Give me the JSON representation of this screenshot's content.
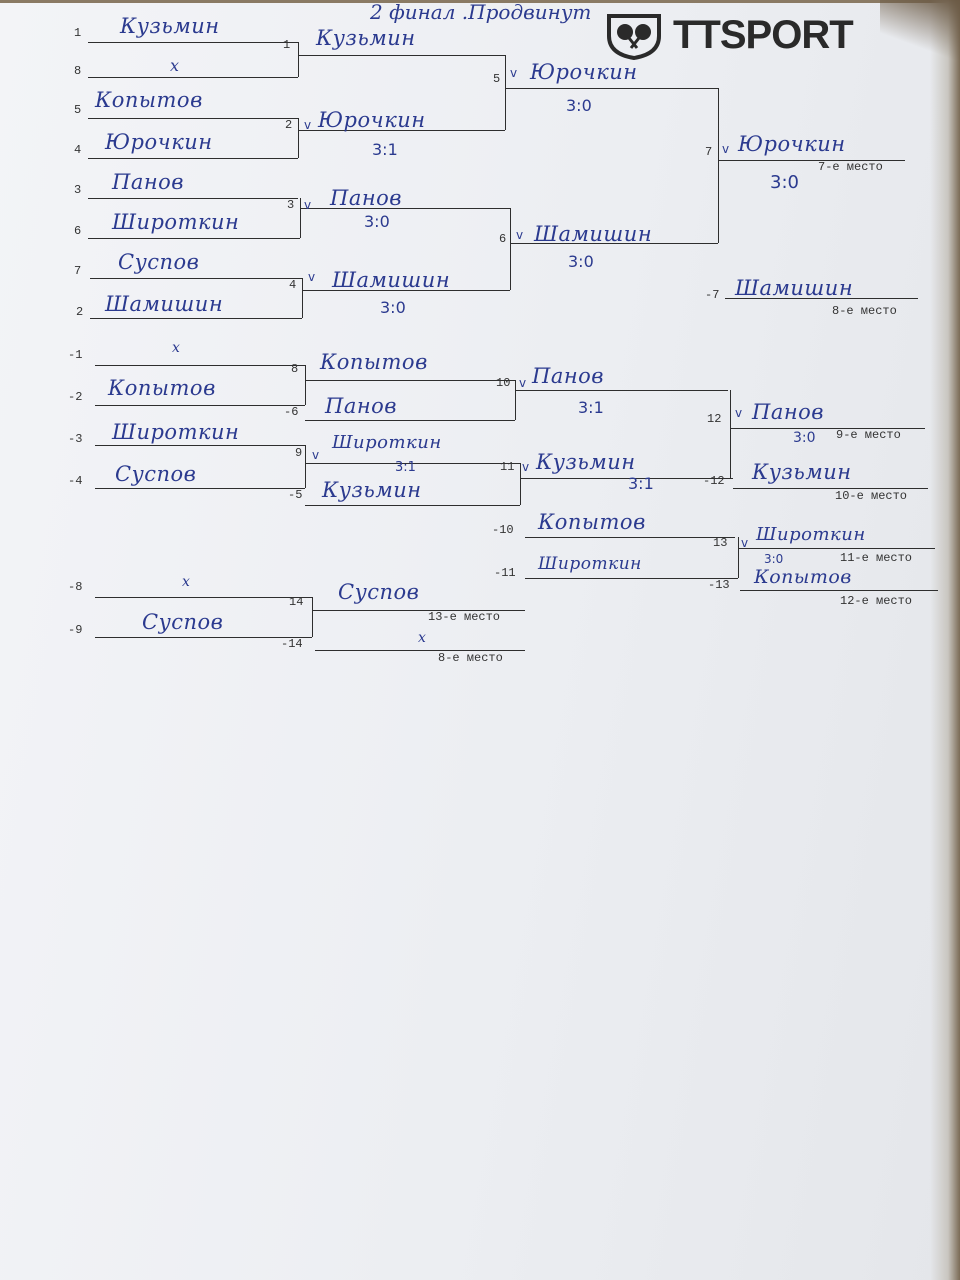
{
  "header": {
    "title": "2 финал .Продвинут",
    "brand": "TTSPORT"
  },
  "main_bracket": {
    "entries": [
      {
        "seed": "1",
        "name": "Кузьмин"
      },
      {
        "seed": "8",
        "name": "x"
      },
      {
        "seed": "5",
        "name": "Копытов"
      },
      {
        "seed": "4",
        "name": "Юрочкин"
      },
      {
        "seed": "3",
        "name": "Панов"
      },
      {
        "seed": "6",
        "name": "Широткин"
      },
      {
        "seed": "7",
        "name": "Суспов"
      },
      {
        "seed": "2",
        "name": "Шамишин"
      }
    ],
    "matches": [
      {
        "no": "1",
        "winner": "Кузьмин",
        "score": ""
      },
      {
        "no": "2",
        "winner": "Юрочкин",
        "score": "3:1"
      },
      {
        "no": "3",
        "winner": "Панов",
        "score": "3:0"
      },
      {
        "no": "4",
        "winner": "Шамишин",
        "score": "3:0"
      },
      {
        "no": "5",
        "winner": "Юрочкин",
        "score": "3:0"
      },
      {
        "no": "6",
        "winner": "Шамишин",
        "score": "3:0"
      },
      {
        "no": "7",
        "winner": "Юрочкин",
        "score": "3:0",
        "place": "7-е место"
      }
    ],
    "loser7": {
      "label": "-7",
      "name": "Шамишин",
      "place": "8-е место"
    }
  },
  "consolation": {
    "entries": [
      {
        "label": "-1",
        "name": "x"
      },
      {
        "label": "-2",
        "name": "Копытов"
      },
      {
        "label": "-3",
        "name": "Широткин"
      },
      {
        "label": "-4",
        "name": "Суспов"
      }
    ],
    "m8": {
      "no": "8",
      "winner": "Копытов"
    },
    "l6": {
      "label": "-6",
      "name": "Панов"
    },
    "m9": {
      "no": "9",
      "winner": "Широткин",
      "score": "3:1"
    },
    "l5": {
      "label": "-5",
      "name": "Кузьмин"
    },
    "m10": {
      "no": "10",
      "winner": "Панов",
      "score": "3:1"
    },
    "m11": {
      "no": "11",
      "winner": "Кузьмин",
      "score": "3:1"
    },
    "m12": {
      "no": "12",
      "winner": "Панов",
      "score": "3:0",
      "place": "9-е место"
    },
    "l12": {
      "label": "-12",
      "name": "Кузьмин",
      "place": "10-е место"
    },
    "l10": {
      "label": "-10",
      "name": "Копытов"
    },
    "l11": {
      "label": "-11",
      "name": "Широткин"
    },
    "m13": {
      "no": "13",
      "winner": "Широткин",
      "score": "3:0",
      "place": "11-е место"
    },
    "l13": {
      "label": "-13",
      "name": "Копытов",
      "place": "12-е место"
    },
    "l8": {
      "label": "-8",
      "name": "x"
    },
    "l9": {
      "label": "-9",
      "name": "Суспов"
    },
    "m14": {
      "no": "14",
      "winner": "Суспов",
      "place": "13-е место"
    },
    "l14": {
      "label": "-14",
      "name": "x",
      "place": "8-е место"
    }
  },
  "check_mark": "v",
  "colors": {
    "ink": "#2b3a8f",
    "print": "#2e2e2e",
    "paper": "#eceef2"
  }
}
